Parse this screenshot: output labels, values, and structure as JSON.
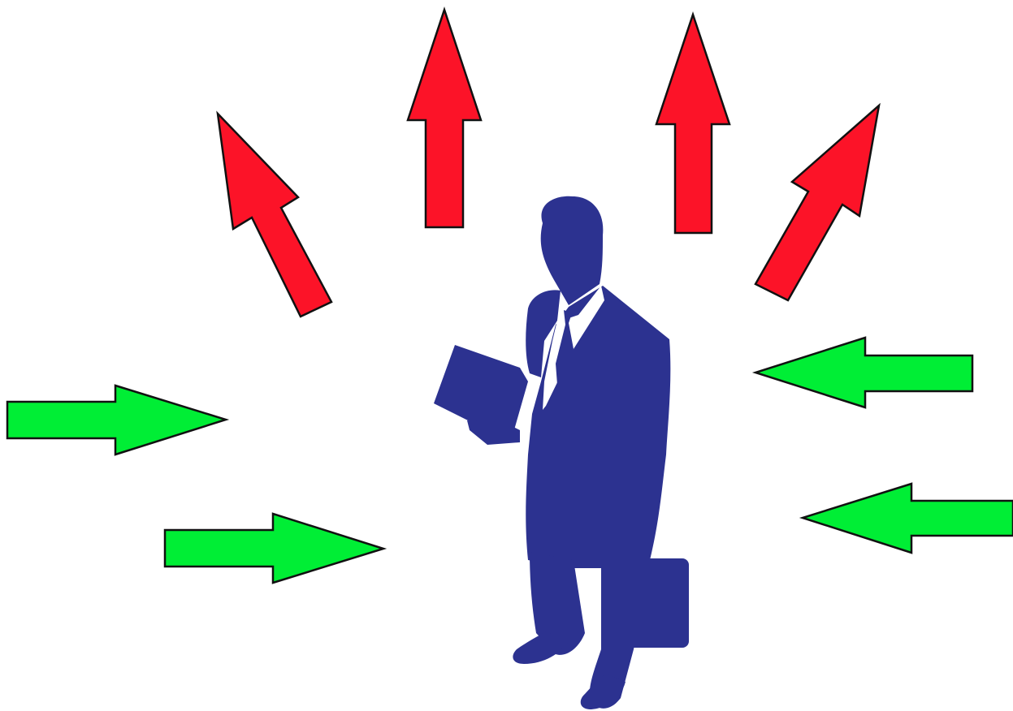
{
  "colors": {
    "outgoing_arrow": "#fc1328",
    "incoming_arrow": "#00ee35",
    "figure": "#2c3290",
    "background": "#ffffff",
    "outline": "#111111"
  },
  "scene": {
    "subject": "businessman-silhouette",
    "outgoing_arrows": [
      {
        "id": "out-1",
        "direction": "up-left"
      },
      {
        "id": "out-2",
        "direction": "up"
      },
      {
        "id": "out-3",
        "direction": "up"
      },
      {
        "id": "out-4",
        "direction": "up-right"
      }
    ],
    "incoming_arrows": [
      {
        "id": "in-1",
        "direction": "right"
      },
      {
        "id": "in-2",
        "direction": "right"
      },
      {
        "id": "in-3",
        "direction": "left"
      },
      {
        "id": "in-4",
        "direction": "left"
      }
    ]
  }
}
